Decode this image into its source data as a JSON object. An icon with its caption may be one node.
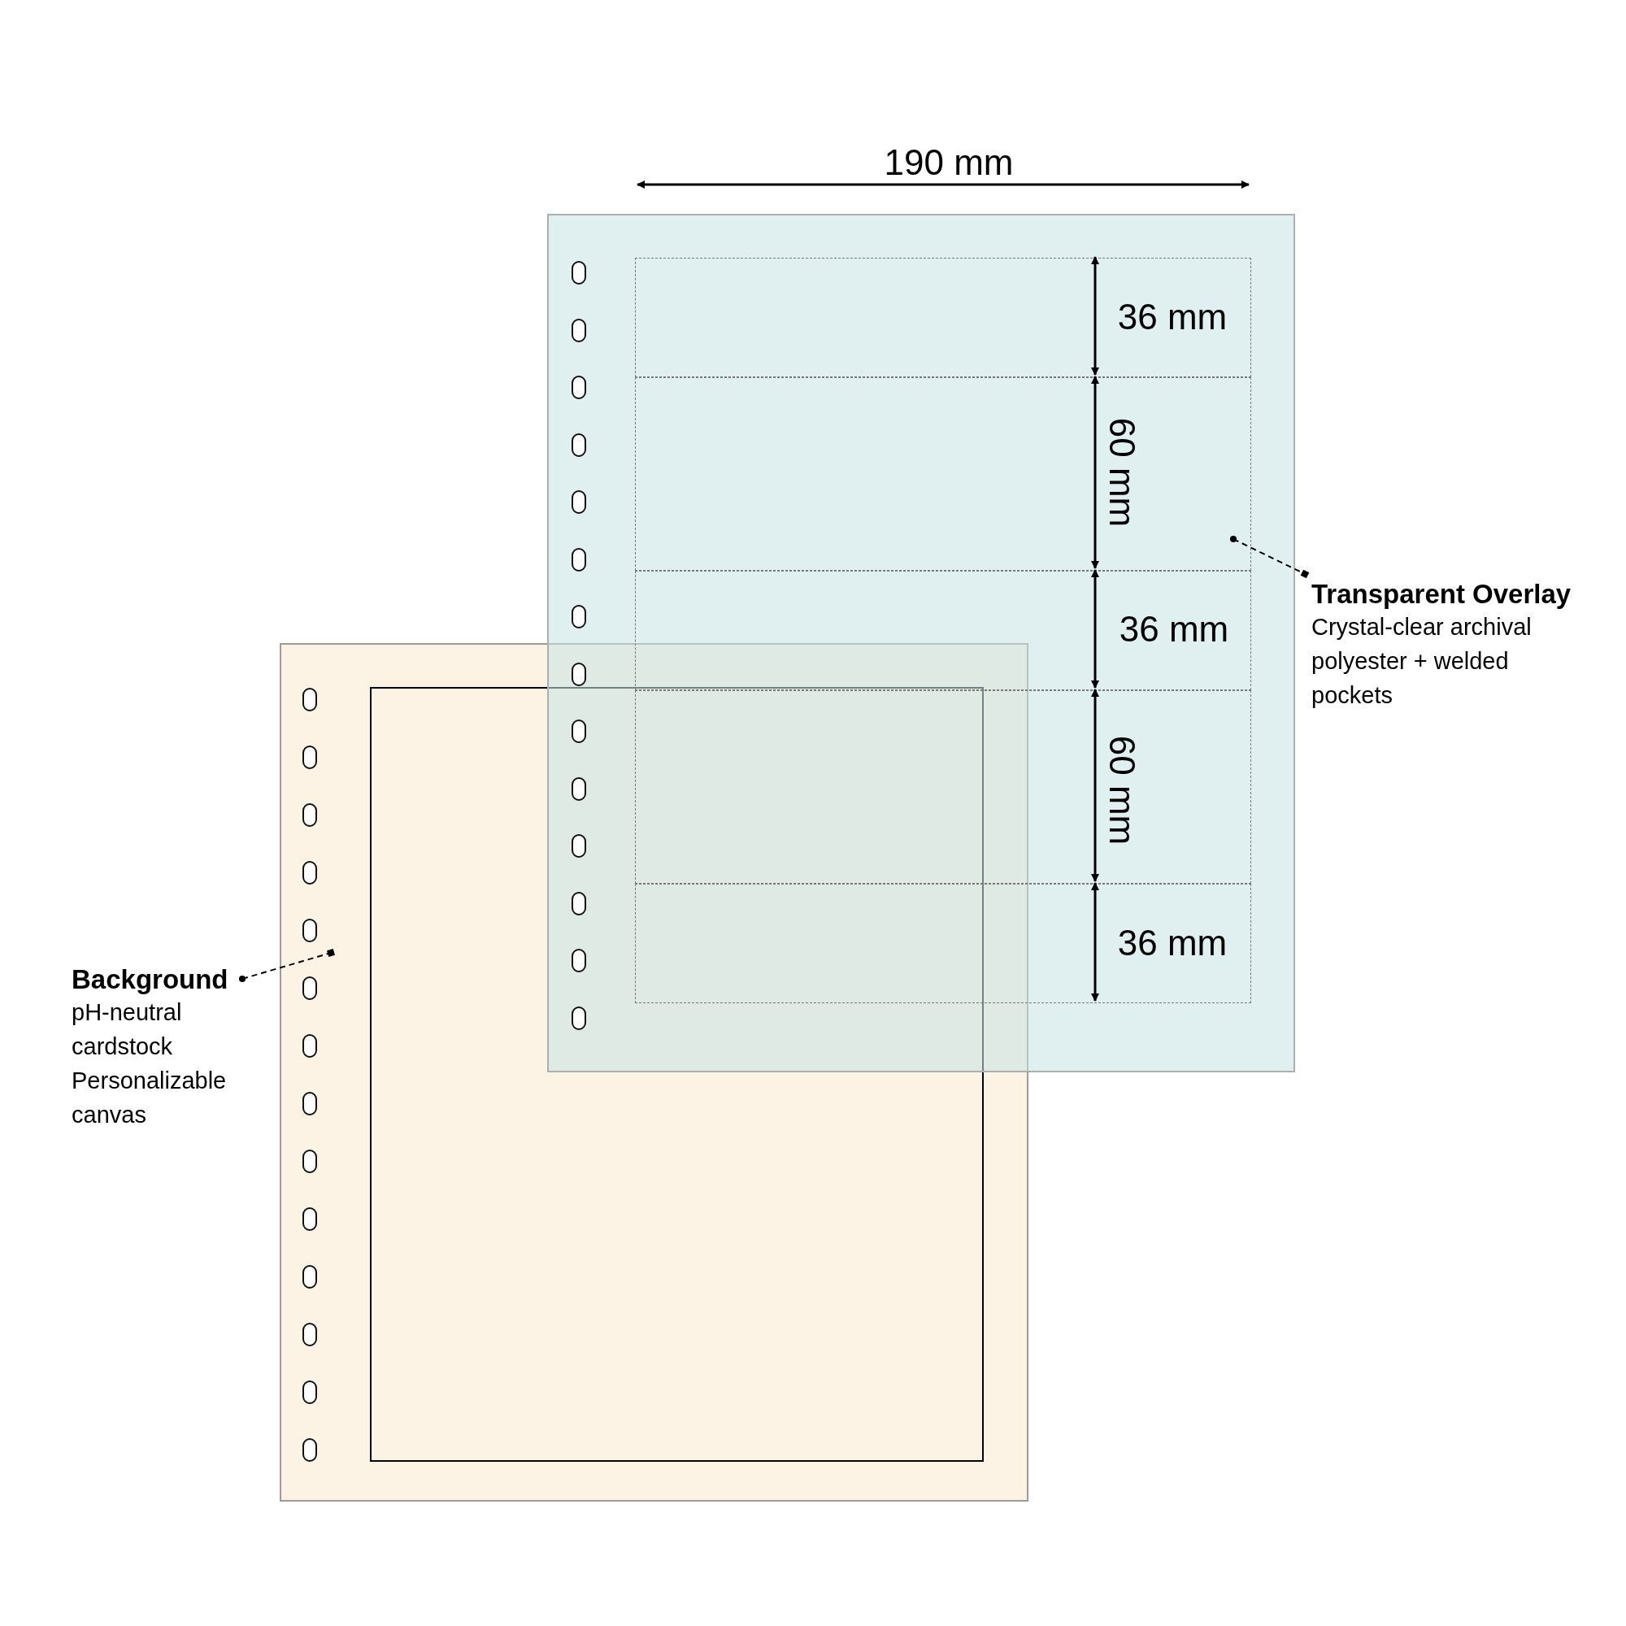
{
  "diagram": {
    "nodes": [
      {
        "text": [],
        "shape": "box"
      },
      {
        "text": [
          "Transparent Overlay",
          "Crystal-clear archival polyester + welded pockets"
        ]
      },
      {
        "text": [
          "Background",
          "pH-neutral cardstock",
          "Personalizable canvas"
        ]
      },
      {
        "text": [],
        "shape": "box"
      }
    ],
    "edges": [
      {
        "from": 0,
        "to": 1,
        "arrow": "other",
        "style": "dashed"
      },
      {
        "from": 2,
        "to": 3,
        "arrow": "other",
        "style": "dashed"
      }
    ],
    "labels": [
      "190 mm",
      "36 mm",
      "60 mm",
      "36 mm",
      "60 mm",
      "36 mm"
    ]
  }
}
